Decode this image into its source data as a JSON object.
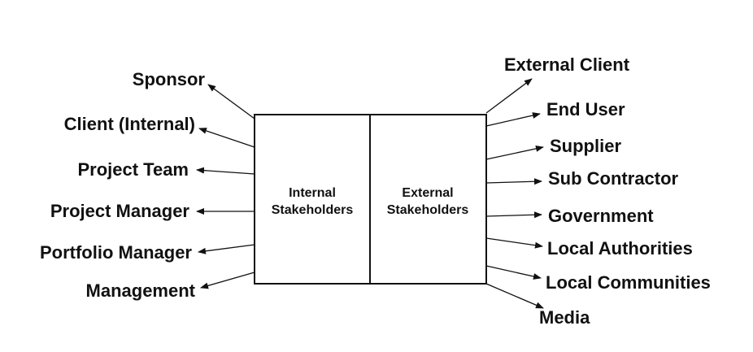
{
  "center": {
    "internal": [
      "Internal",
      "Stakeholders"
    ],
    "external": [
      "External",
      "Stakeholders"
    ]
  },
  "internal_stakeholders": [
    "Sponsor",
    "Client (Internal)",
    "Project Team",
    "Project Manager",
    "Portfolio Manager",
    "Management"
  ],
  "external_stakeholders": [
    "External Client",
    "End User",
    "Supplier",
    "Sub Contractor",
    "Government",
    "Local Authorities",
    "Local Communities",
    "Media"
  ],
  "colors": {
    "line": "#111111",
    "text": "#111111",
    "background": "#ffffff"
  }
}
